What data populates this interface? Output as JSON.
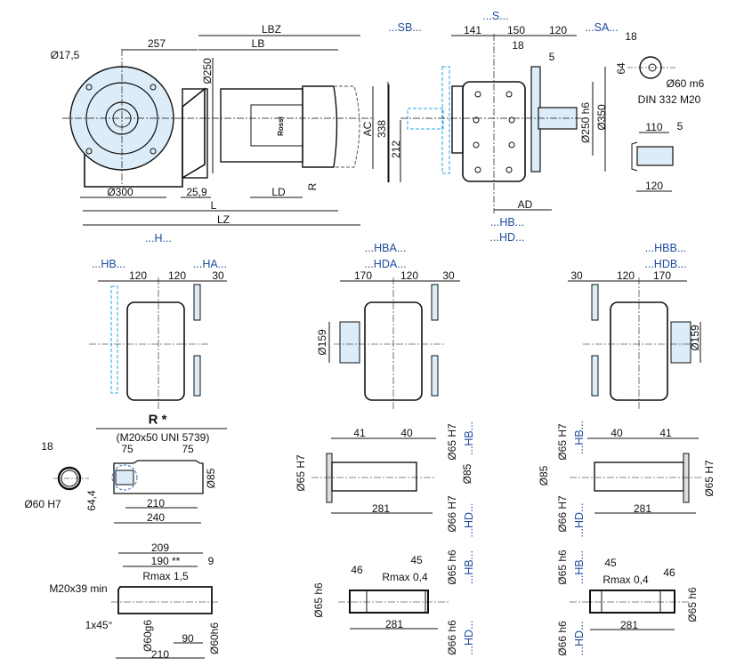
{
  "colors": {
    "series_label": "#1f4c9c",
    "part_fill": "#dcecf8",
    "option_dashed": "#2aa8dc",
    "line": "#111111"
  },
  "series": {
    "H": "...H...",
    "SB": "...SB...",
    "S": "...S...",
    "SA": "...SA...",
    "HB_top": "...HB...",
    "HD_top": "...HD...",
    "HB": "...HB...",
    "HA": "...HA...",
    "HBA": "...HBA...",
    "HDA": "...HDA...",
    "HBB": "...HBB...",
    "HDB": "...HDB...",
    "HB_mid_l": "...HB...",
    "HD_mid_l": "...HD...",
    "HB_mid_r": "...HB...",
    "HD_mid_r": "...HD...",
    "HB_bot_l": "...HB...",
    "HD_bot_l": "...HD...",
    "HB_bot_r": "...HB...",
    "HD_bot_r": "...HD..."
  },
  "front_view": {
    "LBZ": "LBZ",
    "LB": "LB",
    "d257": "257",
    "d17_5": "Ø17,5",
    "d250": "Ø250",
    "AC": "AC",
    "d338": "338",
    "d300": "Ø300",
    "d25_9": "25,9",
    "LD": "LD",
    "R": "R",
    "L": "L",
    "LZ": "LZ",
    "brand": "Rossi"
  },
  "side_view": {
    "d141": "141",
    "d150": "150",
    "d120": "120",
    "d18": "18",
    "d5": "5",
    "d212": "212",
    "d250h6": "Ø250 h6",
    "d350": "Ø350",
    "AD": "AD"
  },
  "shaft_detail": {
    "d18": "18",
    "d64": "64",
    "d60m6": "Ø60 m6",
    "din": "DIN 332 M20",
    "d110": "110",
    "d5": "5",
    "d120": "120"
  },
  "mounting_views": {
    "hb_120a": "120",
    "hb_120b": "120",
    "hb_30": "30",
    "hba_170": "170",
    "hba_120": "120",
    "hba_30": "30",
    "hba_159": "Ø159",
    "hbb_30": "30",
    "hbb_120": "120",
    "hbb_170": "170",
    "hbb_159": "Ø159"
  },
  "hollow_shaft": {
    "R_title": "R *",
    "bolt": "(M20x50 UNI 5739)",
    "d18": "18",
    "d75a": "75",
    "d75b": "75",
    "d85": "Ø85",
    "d60H7": "Ø60 H7",
    "d64_4": "64,4",
    "d210": "210",
    "d240": "240"
  },
  "customer_shaft": {
    "d209": "209",
    "d190": "190 **",
    "d9": "9",
    "rmax": "Rmax 1,5",
    "thread": "M20x39 min",
    "chamfer": "1x45°",
    "d60g6": "Ø60g6",
    "d90": "90",
    "d210": "210",
    "d60h6": "Ø60h6"
  },
  "hollow_mid": {
    "l_41": "41",
    "l_40": "40",
    "l_65H7_top": "Ø65 H7",
    "l_65H7_left": "Ø65 H7",
    "l_85": "Ø85",
    "l_281": "281",
    "l_66H7": "Ø66 H7",
    "r_40": "40",
    "r_41": "41",
    "r_65H7_top": "Ø65 H7",
    "r_85": "Ø85",
    "r_65H7_right": "Ø65 H7",
    "r_281": "281",
    "r_66H7": "Ø66 H7"
  },
  "shaft_bot": {
    "l_46": "46",
    "l_45": "45",
    "l_rmax": "Rmax 0,4",
    "l_65h6_top": "Ø65 h6",
    "l_65h6_left": "Ø65 h6",
    "l_281": "281",
    "l_66h6": "Ø66 h6",
    "r_45": "45",
    "r_46": "46",
    "r_rmax": "Rmax 0,4",
    "r_65h6_top": "Ø65 h6",
    "r_65h6_right": "Ø65 h6",
    "r_281": "281",
    "r_66h6": "Ø66 h6"
  }
}
